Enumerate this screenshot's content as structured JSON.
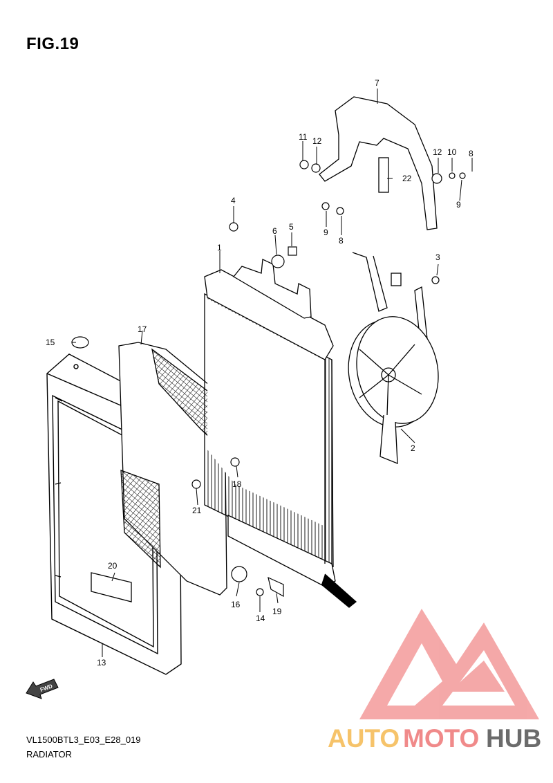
{
  "figure": {
    "title": "FIG.19"
  },
  "footer": {
    "code": "VL1500BTL3_E03_E28_019",
    "name": "RADIATOR"
  },
  "direction_marker": {
    "label": "FWD",
    "icon": "fwd-arrow-icon"
  },
  "callouts": [
    "1",
    "2",
    "3",
    "4",
    "5",
    "6",
    "7",
    "8",
    "9",
    "10",
    "11",
    "12",
    "13",
    "14",
    "15",
    "16",
    "17",
    "18",
    "19",
    "20",
    "21",
    "22",
    "12",
    "10",
    "8",
    "9",
    "9",
    "8"
  ],
  "watermark": {
    "text_a": "AUTO",
    "text_b": "MOTO",
    "text_c": "HUB",
    "colors": {
      "a": "#f6c36a",
      "b": "#f08a8a",
      "c": "#6b6b6b",
      "logo": "#f39a9a"
    }
  }
}
